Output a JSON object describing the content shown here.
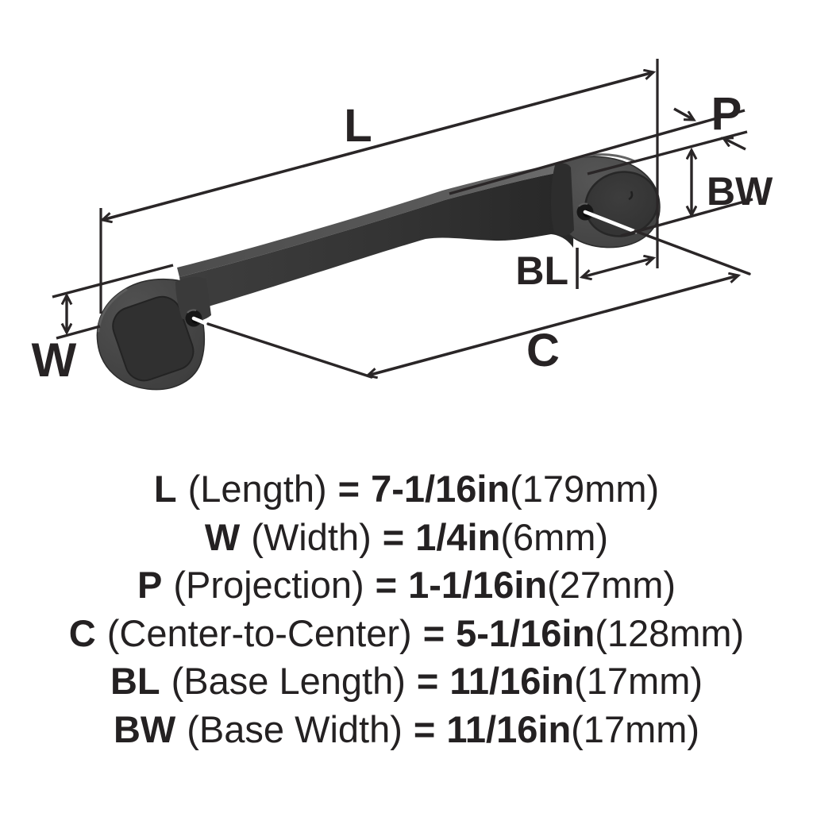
{
  "diagram": {
    "labels": {
      "length": "L",
      "width": "W",
      "projection": "P",
      "center_to_center": "C",
      "base_length": "BL",
      "base_width": "BW"
    },
    "colors": {
      "ink": "#2a2627",
      "background": "#ffffff",
      "handle_front": "#343434",
      "handle_top": "#575757",
      "leader_highlight": "#ffffff"
    }
  },
  "legend": {
    "rows": [
      {
        "abbr": "L",
        "name": "(Length)",
        "eq": "=",
        "value": "7-1/16in",
        "metric": "(179mm)"
      },
      {
        "abbr": "W",
        "name": "(Width)",
        "eq": "=",
        "value": "1/4in",
        "metric": "(6mm)"
      },
      {
        "abbr": "P",
        "name": "(Projection)",
        "eq": "=",
        "value": "1-1/16in",
        "metric": "(27mm)"
      },
      {
        "abbr": "C",
        "name": "(Center-to-Center)",
        "eq": "=",
        "value": "5-1/16in",
        "metric": "(128mm)"
      },
      {
        "abbr": "BL",
        "name": "(Base Length)",
        "eq": "=",
        "value": "11/16in",
        "metric": "(17mm)"
      },
      {
        "abbr": "BW",
        "name": "(Base Width)",
        "eq": "=",
        "value": "11/16in",
        "metric": "(17mm)"
      }
    ]
  }
}
